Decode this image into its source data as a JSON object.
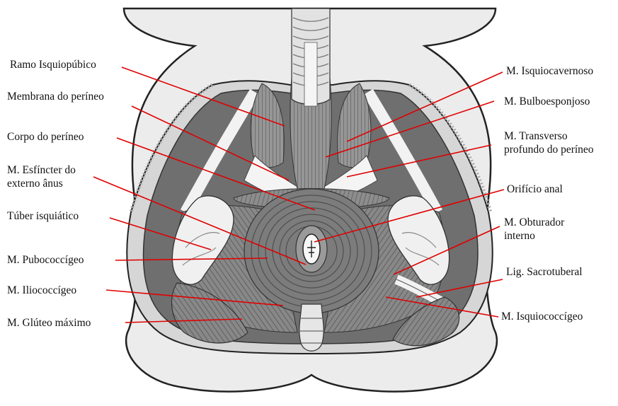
{
  "figure": {
    "line_color": "#e00000",
    "background_color": "#ffffff",
    "illustration_style": "grayscale anatomical drawing of the perineal region, inferior view"
  },
  "labels": {
    "left": [
      "Ramo Isquiopúbico",
      "Membrana do períneo",
      "Corpo do períneo",
      "M. Esfíncter do\nexterno ânus",
      "Túber isquiático",
      "M. Pubococcígeo",
      "M. Iliococcígeo",
      "M. Glúteo máximo"
    ],
    "right": [
      "M. Isquiocavernoso",
      "M. Bulboesponjoso",
      "M. Transverso\nprofundo do períneo",
      "Orifício anal",
      "M. Obturador\ninterno",
      "Lig. Sacrotuberal",
      "M. Isquiococcígeo"
    ]
  }
}
